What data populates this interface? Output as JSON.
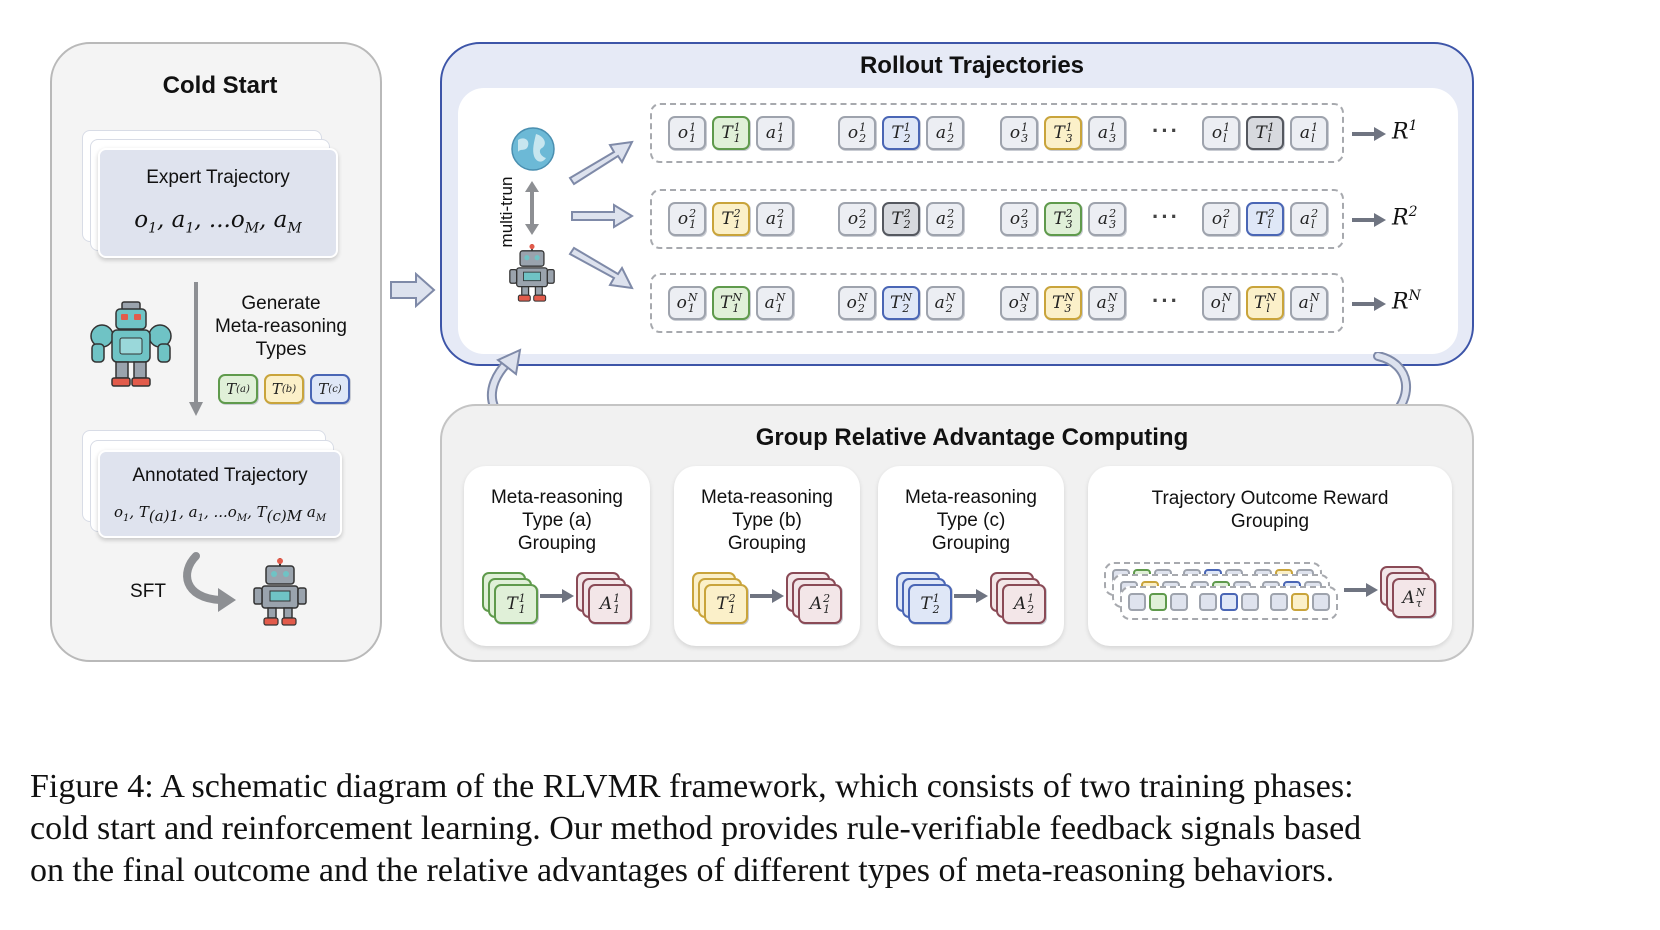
{
  "cold_start": {
    "title": "Cold Start",
    "expert_label": "Expert Trajectory",
    "expert_formula": "o₁, a₁, ...oₘ, aₘ",
    "generate_label_1": "Generate",
    "generate_label_2": "Meta-reasoning",
    "generate_label_3": "Types",
    "type_a": "T(a)",
    "type_b": "T(b)",
    "type_c": "T(c)",
    "annotated_label": "Annotated Trajectory",
    "annotated_formula": "o₁, T₁(a), a₁, ...oₘ, Tₘ(c) aₘ",
    "sft_label": "SFT"
  },
  "rollout": {
    "title": "Rollout Trajectories",
    "multi_turn_label": "multi-trun",
    "ellipsis": "···",
    "rows": [
      {
        "sup": "1",
        "reward": "R",
        "types": [
          "green",
          "blue",
          "yellow",
          "gray"
        ]
      },
      {
        "sup": "2",
        "reward": "R",
        "types": [
          "yellow",
          "gray",
          "green",
          "blue"
        ]
      },
      {
        "sup": "N",
        "reward": "R",
        "types": [
          "green",
          "blue",
          "yellow",
          "yellow"
        ]
      }
    ],
    "subs": [
      "1",
      "2",
      "3",
      "l"
    ]
  },
  "grac": {
    "title": "Group Relative Advantage Computing",
    "groups": [
      {
        "l1": "Meta-reasoning",
        "l2": "Type (a)",
        "l3": "Grouping",
        "color": "green",
        "t_sub": "1",
        "t_sup": "1",
        "a_sub": "1",
        "a_sup": "1"
      },
      {
        "l1": "Meta-reasoning",
        "l2": "Type (b)",
        "l3": "Grouping",
        "color": "yellow",
        "t_sub": "1",
        "t_sup": "2",
        "a_sub": "1",
        "a_sup": "2"
      },
      {
        "l1": "Meta-reasoning",
        "l2": "Type (c)",
        "l3": "Grouping",
        "color": "blue",
        "t_sub": "2",
        "t_sup": "1",
        "a_sub": "2",
        "a_sup": "1"
      }
    ],
    "outcome_l1": "Trajectory Outcome Reward",
    "outcome_l2": "Grouping",
    "outcome_a_sub": "τ",
    "outcome_a_sup": "N"
  },
  "caption": {
    "line1": "Figure 4: A schematic diagram of the RLVMR framework, which consists of two training phases:",
    "line2": "cold start and reinforcement learning. Our method provides rule-verifiable feedback signals based",
    "line3": "on the final outcome and the relative advantages of different types of meta-reasoning behaviors."
  },
  "colors": {
    "green": "#5f9a4c",
    "yellow": "#c9a43b",
    "blue": "#4a66b5",
    "gray": "#55585f",
    "rollout_border": "#3d55a8",
    "panel_gray": "#f1f1f1",
    "card_maroon": "#8a4a56"
  }
}
